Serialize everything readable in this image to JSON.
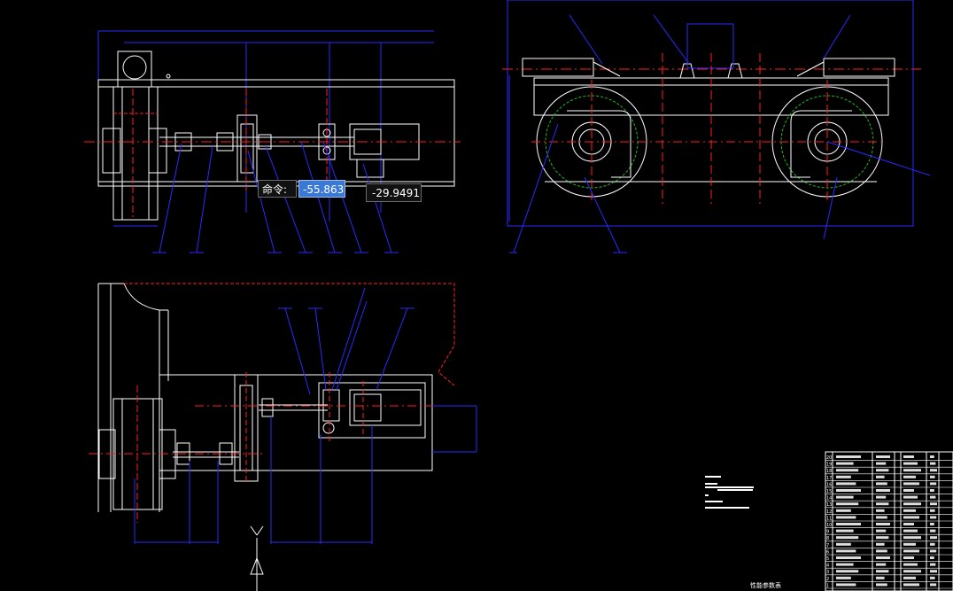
{
  "command": {
    "label": "命令:",
    "x_value": "-55.8631",
    "y_value": "-29.9491"
  },
  "ucs": {
    "y_axis_label": "Y"
  },
  "notes_caption": "性能参数表",
  "parts_list": {
    "row_numbers": [
      "20",
      "19",
      "18",
      "17",
      "16",
      "15",
      "14",
      "13",
      "12",
      "11",
      "10",
      "9",
      "8",
      "7",
      "6",
      "5",
      "4",
      "3",
      "2",
      "1"
    ]
  },
  "colors": {
    "background": "#000000",
    "outline": "#ffffff",
    "centerline": "#ff2020",
    "leader": "#2a2aff",
    "dimension": "#2a2aff",
    "circle": "#22bb22",
    "section": "#ff2020",
    "command_highlight": "#3a78d6"
  }
}
